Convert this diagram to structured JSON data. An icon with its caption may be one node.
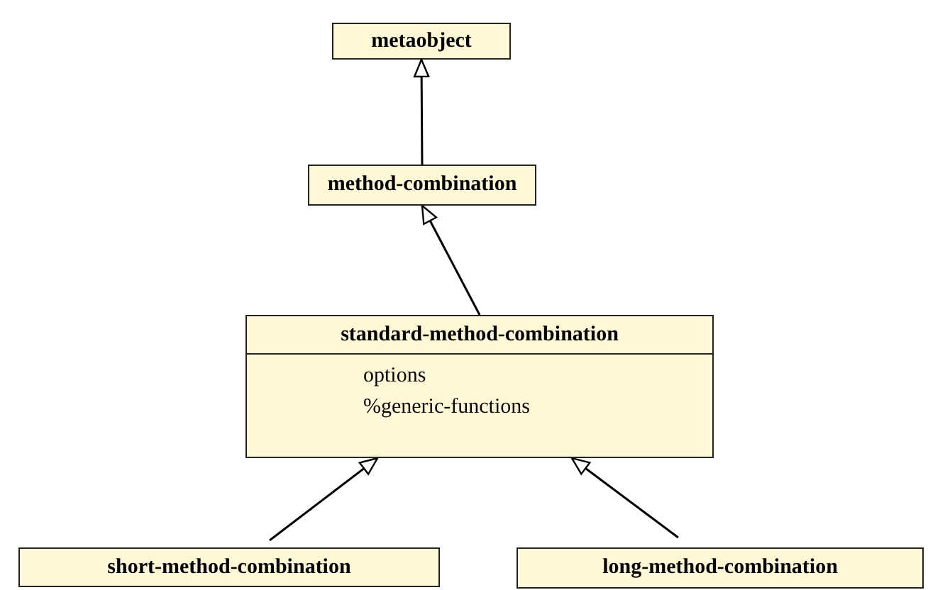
{
  "diagram": {
    "nodes": [
      {
        "text": [
          "metaobject"
        ]
      },
      {
        "text": [
          "method-combination"
        ]
      },
      {
        "text": [
          "standard-method-combination",
          "options",
          "%generic-functions"
        ]
      },
      {
        "text": [
          "short-method-combination"
        ]
      },
      {
        "text": [
          "long-method-combination"
        ]
      }
    ],
    "edges": [
      {
        "from": 1,
        "to": 0,
        "arrow": "to"
      },
      {
        "from": 2,
        "to": 1,
        "arrow": "to"
      },
      {
        "from": 3,
        "to": 2,
        "arrow": "to"
      },
      {
        "from": 4,
        "to": 2,
        "arrow": "to"
      }
    ]
  }
}
